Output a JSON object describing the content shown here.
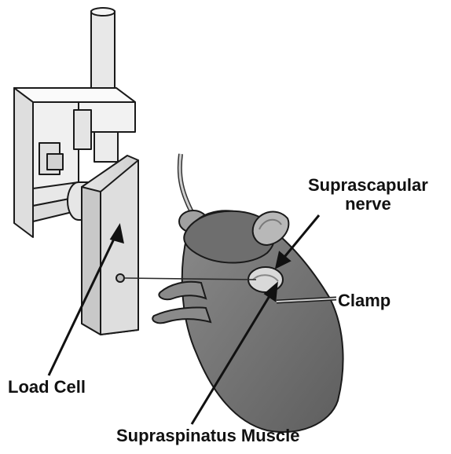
{
  "labels": {
    "suprascapular_nerve_line1": "Suprascapular",
    "suprascapular_nerve_line2": "nerve",
    "clamp": "Clamp",
    "load_cell": "Load Cell",
    "supraspinatus_muscle": "Supraspinatus Muscle"
  },
  "colors": {
    "apparatus_fill": "#f2f2f2",
    "apparatus_stroke": "#1a1a1a",
    "rat_fur": "#7a7a7a",
    "rat_dark": "#555555",
    "label_text": "#111111"
  }
}
